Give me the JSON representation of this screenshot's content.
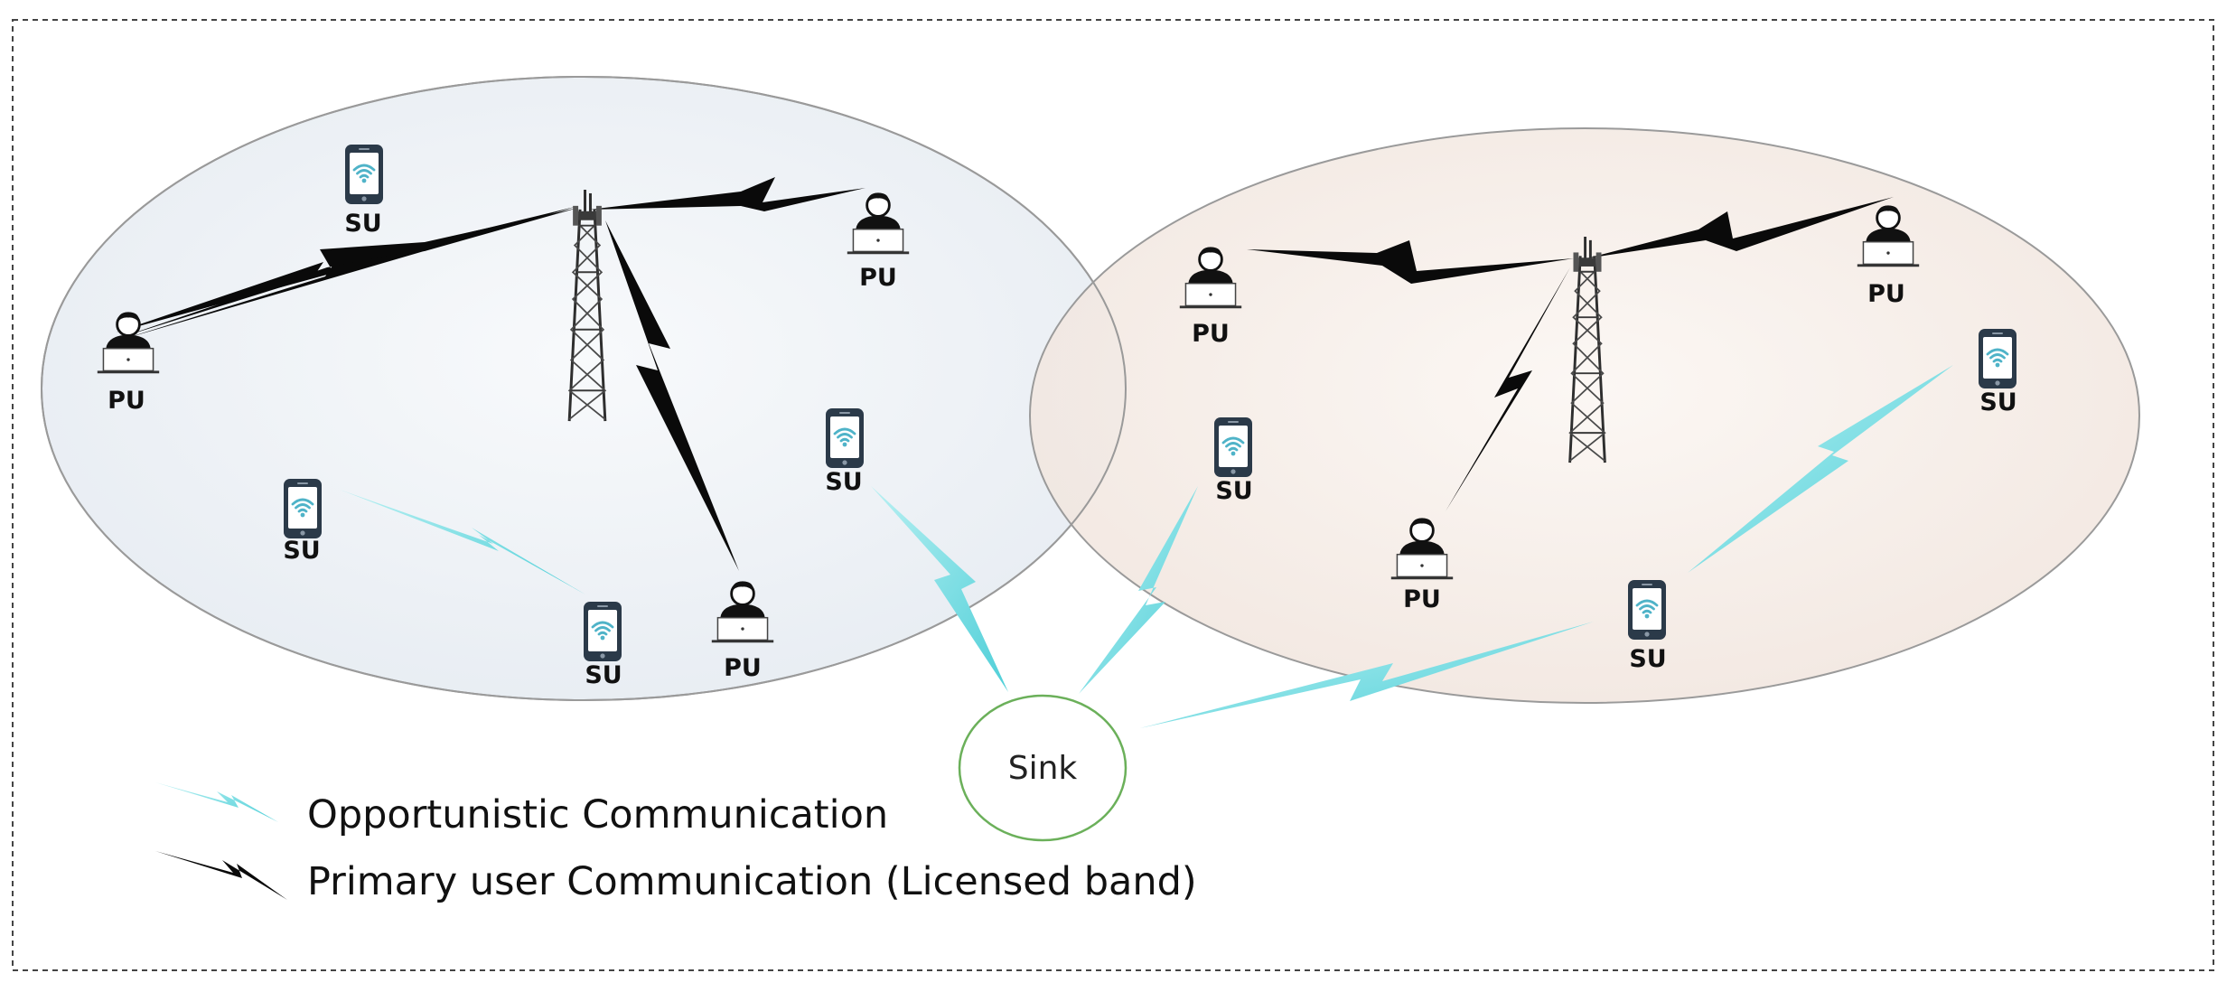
{
  "colors": {
    "left_cell_fill": "#e9eef4",
    "right_cell_fill": "#f3e7e0",
    "cell_stroke": "#9a9a9a",
    "opportunistic_bolt": "#6fd6dc",
    "primary_bolt": "#0a0a0a",
    "sink_stroke": "#6bb05a",
    "phone_body": "#2b3a49",
    "wifi": "#4fb3c8"
  },
  "labels": {
    "su": "SU",
    "pu": "PU",
    "sink": "Sink"
  },
  "legend": {
    "opportunistic": "Opportunistic Communication",
    "primary": "Primary user Communication (Licensed band)"
  },
  "icons": {
    "base_station": "cell-tower-icon",
    "primary_user": "laptop-user-icon",
    "secondary_user": "smartphone-wifi-icon",
    "sink": "sink-node"
  }
}
